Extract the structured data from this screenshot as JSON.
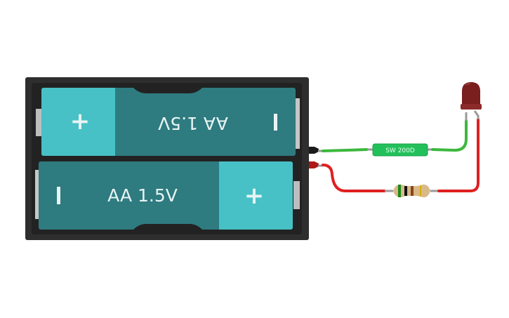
{
  "circuit": {
    "battery_pack": {
      "cells": [
        {
          "label": "AA 1.5V",
          "plus": "+",
          "minus": "I",
          "orientation": "flipped"
        },
        {
          "label": "AA 1.5V",
          "plus": "+",
          "minus": "I",
          "orientation": "normal"
        }
      ],
      "colors": {
        "case": "#2b2b2b",
        "body": "#2e7b80",
        "cap": "#47c1c5",
        "text": "#e8f4f4"
      }
    },
    "switch": {
      "label": "SW 200D",
      "color": "#22c05a"
    },
    "resistor": {
      "bands": [
        "#1a8a1a",
        "#111111",
        "#8b4513",
        "#d4b000"
      ],
      "body_color": "#d9b98a"
    },
    "led": {
      "color": "#7a1e1e"
    },
    "wires": {
      "positive": "#e02020",
      "negative": "#3cb83c"
    }
  }
}
